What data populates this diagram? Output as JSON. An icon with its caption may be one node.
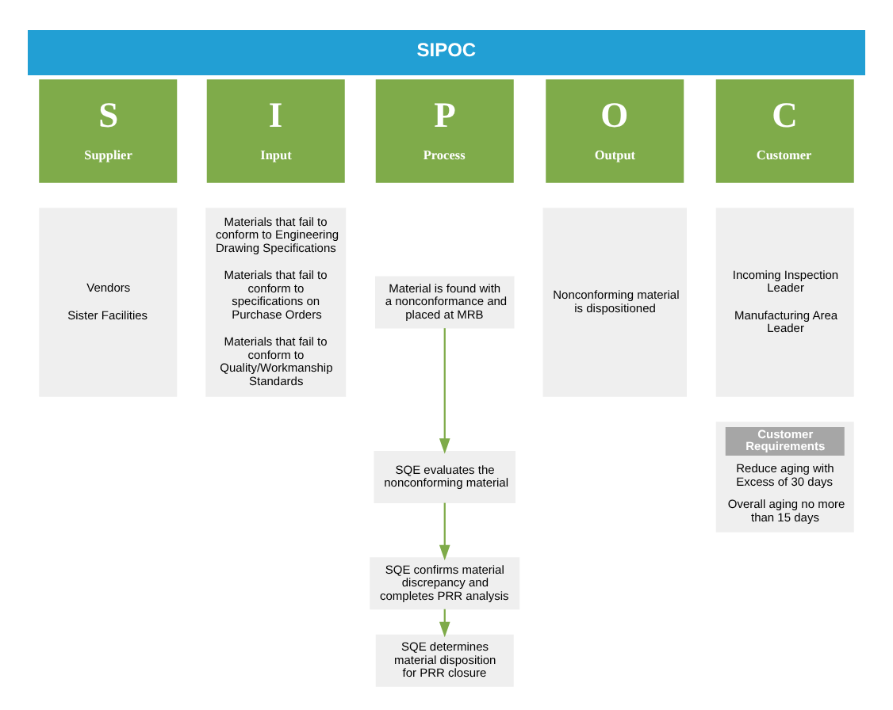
{
  "diagram": {
    "title": "SIPOC",
    "nodes": [
      {
        "text": [
          "S",
          "Supplier"
        ]
      },
      {
        "text": [
          "Vendors",
          "Sister Facilities"
        ]
      },
      {
        "text": [
          "I",
          "Input"
        ]
      },
      {
        "text": [
          "Materials that fail to conform to Engineering Drawing Specifications",
          "Materials that fail to conform to specifications on Purchase Orders",
          "Materials that fail to conform to Quality/Workmanship Standards"
        ]
      },
      {
        "text": [
          "P",
          "Process"
        ]
      },
      {
        "text": [
          "Material is found with a nonconformance and placed at MRB"
        ]
      },
      {
        "text": [
          "SQE evaluates the nonconforming material"
        ]
      },
      {
        "text": [
          "SQE confirms material discrepancy and completes PRR analysis"
        ]
      },
      {
        "text": [
          "SQE determines material disposition for PRR closure"
        ]
      },
      {
        "text": [
          "O",
          "Output"
        ]
      },
      {
        "text": [
          "Nonconforming material is dispositioned"
        ]
      },
      {
        "text": [
          "C",
          "Customer"
        ]
      },
      {
        "text": [
          "Incoming Inspection Leader",
          "Manufacturing Area Leader"
        ]
      },
      {
        "text": [
          "Customer Requirements",
          "Reduce aging with Excess of 30 days",
          "Overall aging no more than 15 days"
        ]
      }
    ],
    "edges": [
      {
        "from": 5,
        "to": 6,
        "arrow": "to"
      },
      {
        "from": 6,
        "to": 7,
        "arrow": "to"
      },
      {
        "from": 7,
        "to": 8,
        "arrow": "to"
      }
    ]
  }
}
